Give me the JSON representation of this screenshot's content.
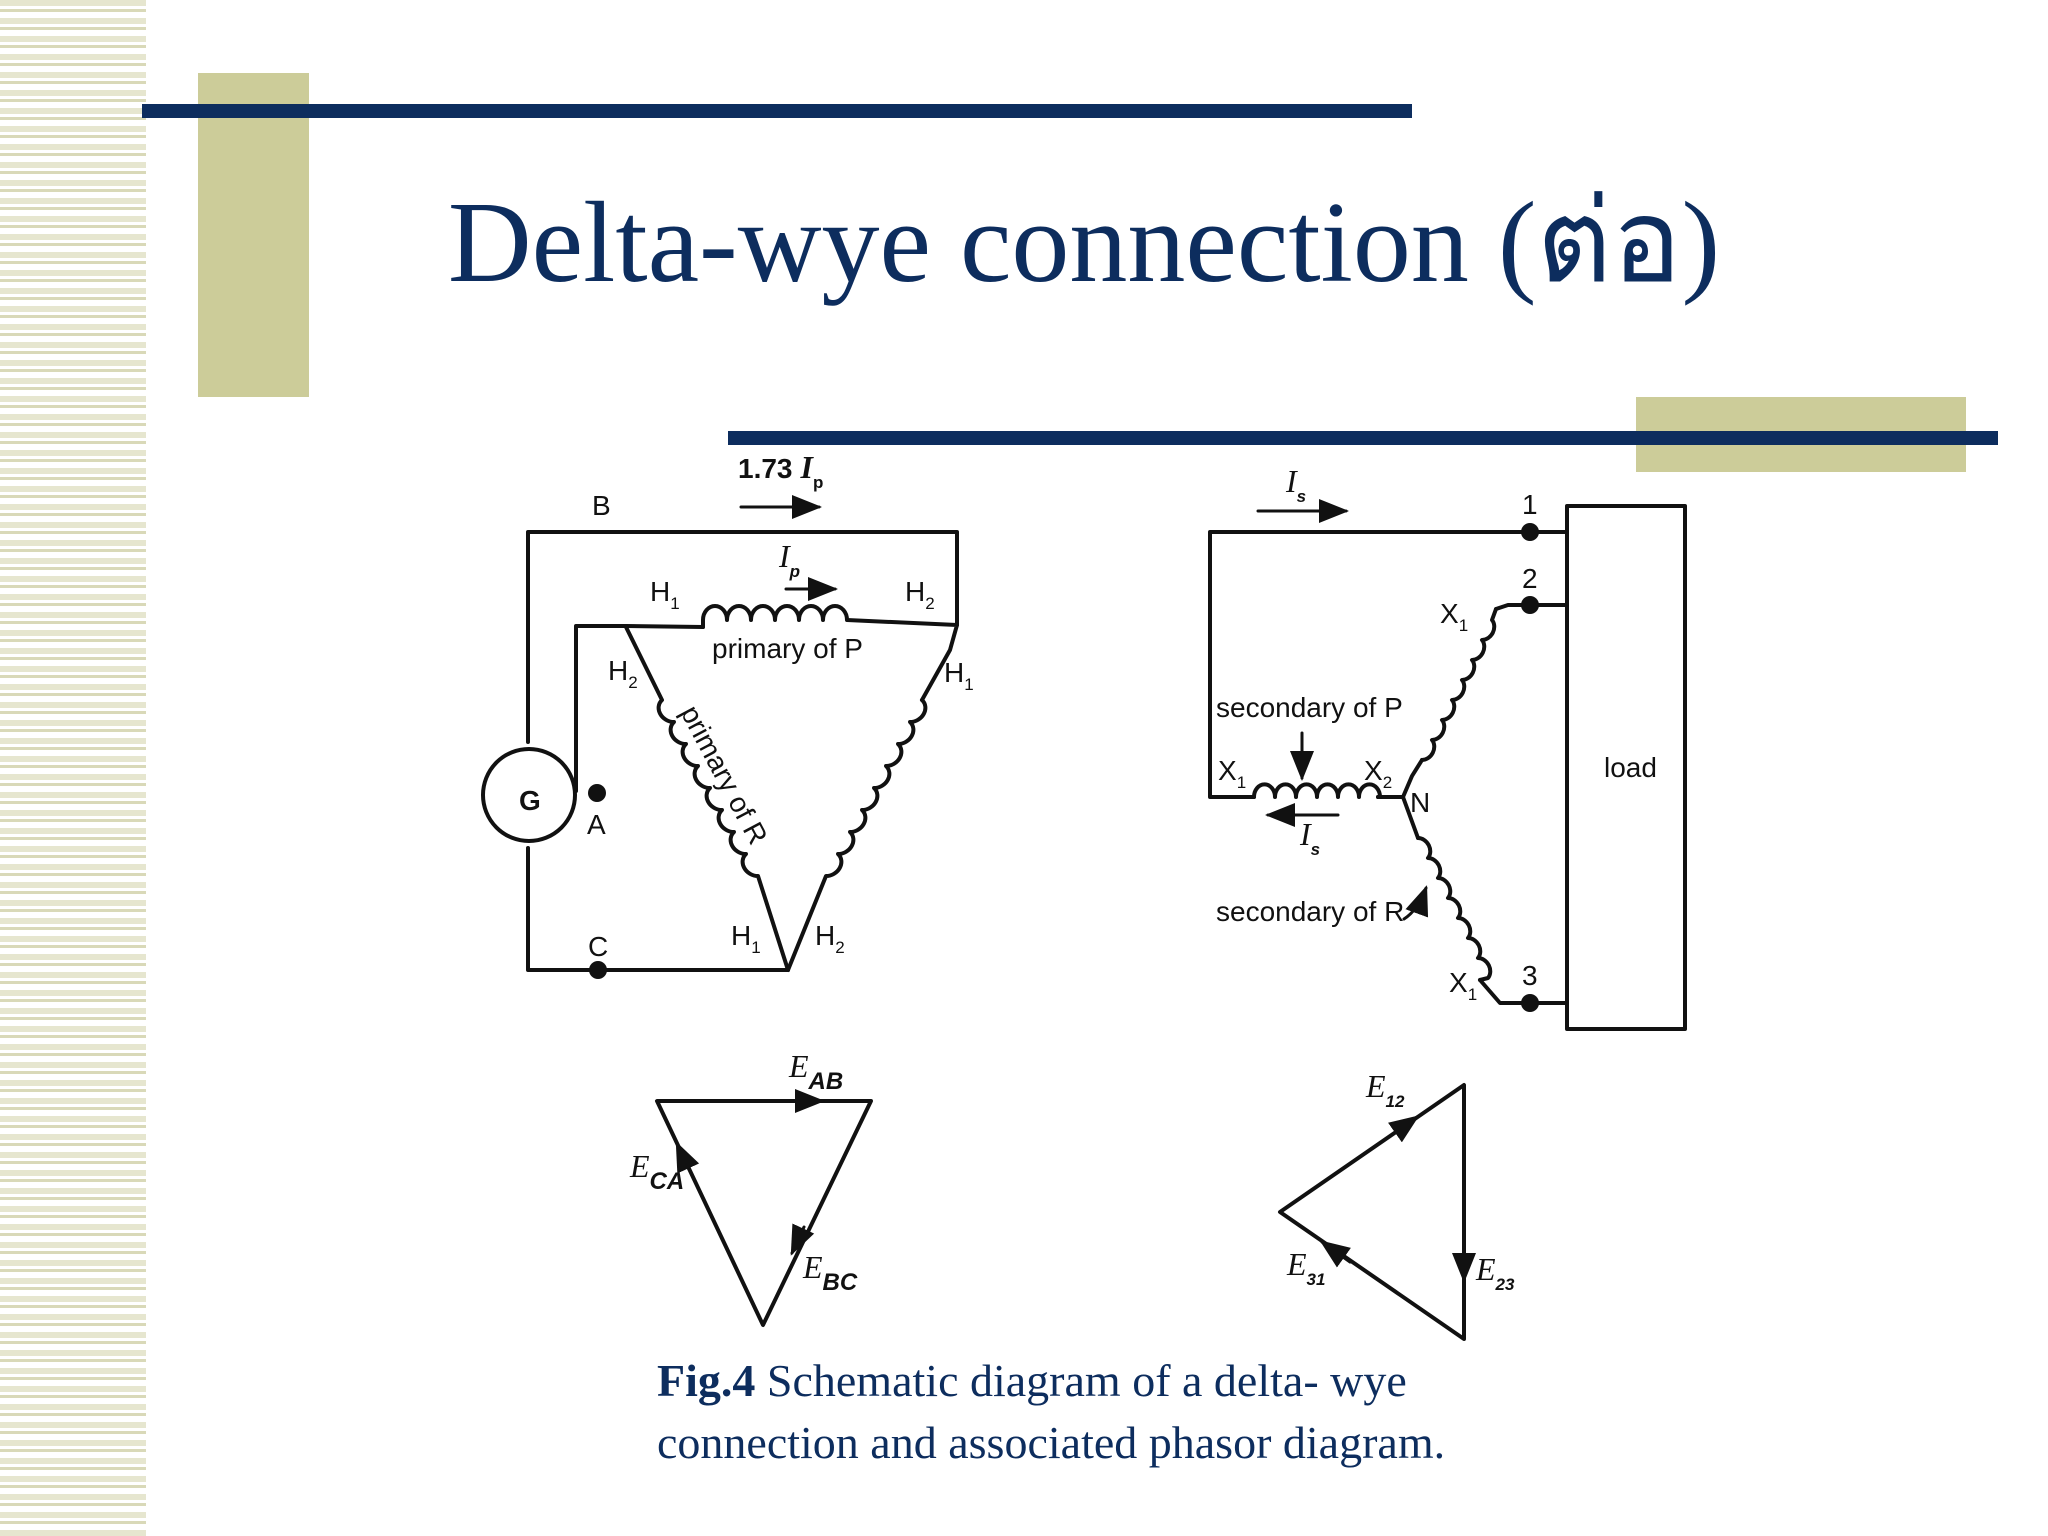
{
  "slide": {
    "title": "Delta-wye connection (ต่อ)"
  },
  "diagram": {
    "top_current_coef": "1.73",
    "I": "I",
    "p": "p",
    "s": "s",
    "node_B": "B",
    "node_A": "A",
    "node_C": "C",
    "gen": "G",
    "H": "H",
    "X": "X",
    "N": "N",
    "one": "1",
    "two": "2",
    "three": "3",
    "primary_P": "primary of P",
    "primary_R": "primary of R",
    "secondary_P": "secondary of P",
    "secondary_R": "secondary of R",
    "load": "load"
  },
  "phasor": {
    "E": "E",
    "AB": "AB",
    "BC": "BC",
    "CA": "CA",
    "s12": "12",
    "s23": "23",
    "s31": "31"
  },
  "caption": {
    "fig_label": "Fig.4",
    "text_line1": " Schematic diagram of a delta- wye",
    "text_line2": "connection and associated phasor diagram."
  },
  "colors": {
    "title_blue": "#0d2d5e",
    "accent_khaki": "#cccc99"
  }
}
